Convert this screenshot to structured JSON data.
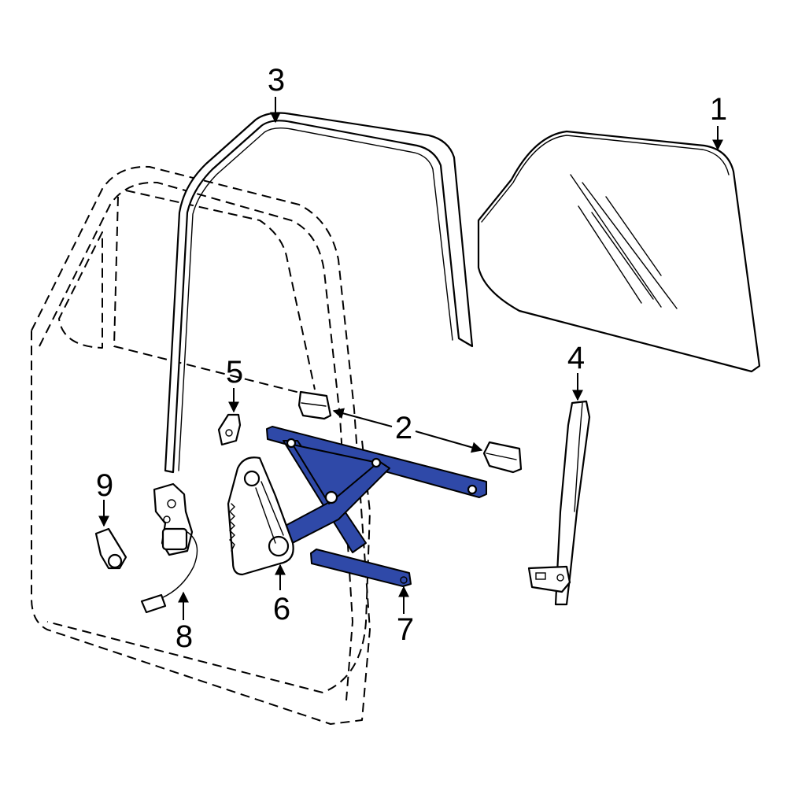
{
  "accent_color": "#2f49a8",
  "callouts": [
    {
      "id": "1",
      "label": "1"
    },
    {
      "id": "2",
      "label": "2"
    },
    {
      "id": "3",
      "label": "3"
    },
    {
      "id": "4",
      "label": "4"
    },
    {
      "id": "5",
      "label": "5"
    },
    {
      "id": "6",
      "label": "6"
    },
    {
      "id": "7",
      "label": "7"
    },
    {
      "id": "8",
      "label": "8"
    },
    {
      "id": "9",
      "label": "9"
    }
  ]
}
